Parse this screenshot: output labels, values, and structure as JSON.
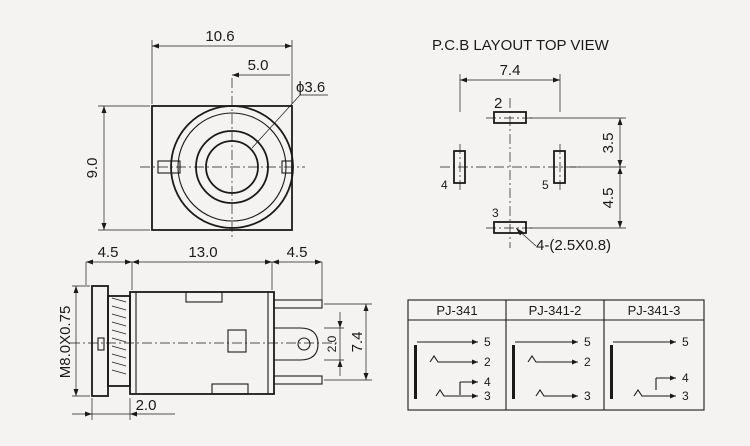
{
  "front_view": {
    "width": "10.6",
    "half": "5.0",
    "diameter": "ϕ3.6",
    "height": "9.0"
  },
  "side_view": {
    "left_len": "4.5",
    "body_len": "13.0",
    "right_len": "4.5",
    "thread": "M8.0X0.75",
    "pin_gap": "2.0",
    "height": "7.4",
    "bottom_len": "2.0"
  },
  "pcb_layout": {
    "title": "P.C.B LAYOUT TOP VIEW",
    "width": "7.4",
    "upper": "3.5",
    "lower": "4.5",
    "pad_size": "4-(2.5X0.8)",
    "pad_labels": [
      "2",
      "4",
      "5",
      "3"
    ]
  },
  "schematics": [
    {
      "model": "PJ-341",
      "pins": [
        "5",
        "2",
        "4",
        "3"
      ]
    },
    {
      "model": "PJ-341-2",
      "pins": [
        "5",
        "2",
        "3"
      ]
    },
    {
      "model": "PJ-341-3",
      "pins": [
        "5",
        "4",
        "3"
      ]
    }
  ],
  "colors": {
    "ink": "#1a1a1a",
    "paper": "#f4f3f1"
  }
}
